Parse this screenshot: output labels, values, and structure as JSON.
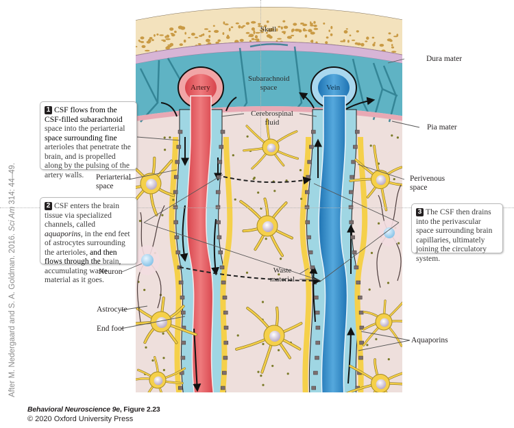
{
  "figure": {
    "structures": {
      "skull": "Skull",
      "subarachnoid_space": "Subarachnoid space",
      "artery": "Artery",
      "vein": "Vein",
      "cerebrospinal_fluid": "Cerebrospinal fluid",
      "waste_material": "Waste material"
    },
    "labels": {
      "dura_mater": "Dura mater",
      "pia_mater": "Pia mater",
      "periarterial_space": "Periarterial space",
      "perivenous_space": "Perivenous space",
      "neuron": "Neuron",
      "astrocyte": "Astrocyte",
      "end_foot": "End foot",
      "aquaporins": "Aquaporins"
    },
    "steps": [
      {
        "number": "1",
        "text_bold": "CSF flows from the CSF-filled subarachnoid",
        "text_rest_1": " space into the periarterial ",
        "text_bold_2": "space surrounding fine",
        "text_rest_2": " arterioles that penetrate the brain, and is propelled along by the pulsing of the artery walls."
      },
      {
        "number": "2",
        "text_a": "CSF enters the brain tissue via specialized channels, called ",
        "text_italic": "aquaporins",
        "text_b": ", in the end feet of astrocytes surrounding the arterioles, ",
        "text_bold": "and then flows through the",
        "text_c": " brain, accumulating waste material as it goes."
      },
      {
        "number": "3",
        "text": "The CSF then drains into the perivascular space surrounding brain capillaries, ultimately joining the circulatory system."
      }
    ],
    "colors": {
      "skull": "#f3e2bd",
      "skull_spots": "#c99a44",
      "dura": "#d7b5d6",
      "subarachnoid": "#5fb3c4",
      "pia": "#e8a9b4",
      "brain_tissue": "#eedfdc",
      "artery": "#e0545b",
      "vein": "#2f8cc8",
      "perivascular": "#9fd6e3",
      "astrocyte": "#f5d04a",
      "neuron": "#f2dde0"
    }
  },
  "credits": {
    "source_prefix": "After M. Nedergaard and S. A. Goldman. 2016. ",
    "journal": "Sci Am",
    "source_suffix": " 314: 44–49.",
    "book_title": "Behavioral Neuroscience 9e",
    "figure_ref": ", Figure 2.23",
    "copyright": "© 2020 Oxford University Press"
  }
}
